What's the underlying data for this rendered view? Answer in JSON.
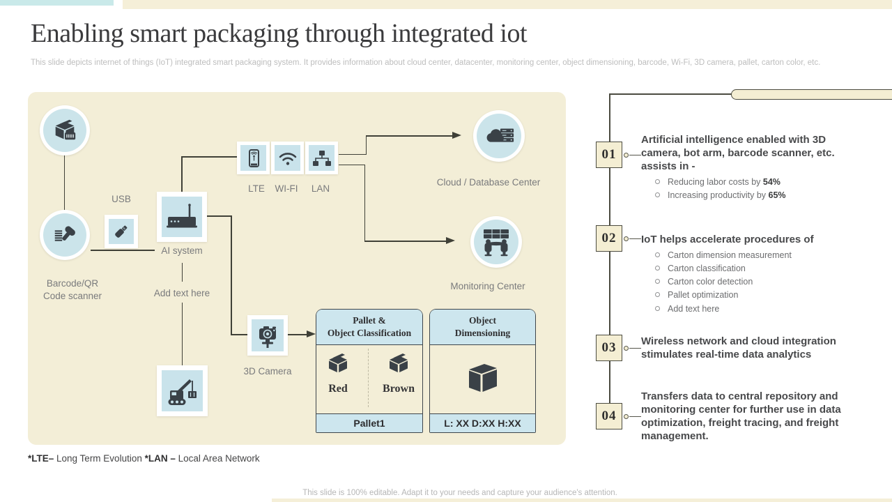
{
  "slide": {
    "title": "Enabling smart packaging through integrated iot",
    "subtitle": "This slide depicts internet of things (IoT) integrated smart packaging system. It provides information about cloud center, datacenter, monitoring center, object dimensioning, barcode, Wi-Fi, 3D camera, pallet, carton color, etc.",
    "footnote": {
      "term1": "*LTE–",
      "def1": " Long Term Evolution ",
      "term2": "*LAN –",
      "def2": " Local Area Network"
    },
    "editable_note": "This slide is 100% editable. Adapt it to your needs and capture your audience's attention."
  },
  "diagram": {
    "labels": {
      "barcode_line1": "Barcode/QR",
      "barcode_line2": "Code scanner",
      "usb": "USB",
      "ai_system": "AI system",
      "add_text": "Add text here",
      "lte": "LTE",
      "wifi": "WI-FI",
      "lan": "LAN",
      "cloud": "Cloud / Database Center",
      "monitoring": "Monitoring Center",
      "camera": "3D Camera"
    },
    "classification_card": {
      "header_line1": "Pallet &",
      "header_line2": "Object Classification",
      "item1": "Red",
      "item2": "Brown",
      "footer": "Pallet1"
    },
    "dimensioning_card": {
      "header_line1": "Object",
      "header_line2": "Dimensioning",
      "footer": "L: XX D:XX H:XX"
    }
  },
  "timeline": {
    "items": [
      {
        "number": "01",
        "heading": "Artificial intelligence enabled with 3D camera, bot arm, barcode scanner, etc. assists in -",
        "bullets": [
          {
            "text": "Reducing labor costs by ",
            "bold": "54%"
          },
          {
            "text": "Increasing productivity by ",
            "bold": "65%"
          }
        ]
      },
      {
        "number": "02",
        "heading": "IoT helps accelerate procedures of",
        "bullets": [
          {
            "text": "Carton dimension measurement",
            "bold": ""
          },
          {
            "text": "Carton classification",
            "bold": ""
          },
          {
            "text": "Carton color detection",
            "bold": ""
          },
          {
            "text": "Pallet optimization",
            "bold": ""
          },
          {
            "text": "Add text here",
            "bold": ""
          }
        ]
      },
      {
        "number": "03",
        "heading": "Wireless network and cloud integration stimulates real-time data analytics",
        "bullets": []
      },
      {
        "number": "04",
        "heading": "Transfers data to central repository and monitoring center for further use in data optimization, freight tracing, and freight management.",
        "bullets": []
      }
    ]
  },
  "colors": {
    "panel_cream": "#f3eed7",
    "light_blue": "#cbe4ea",
    "icon_dark": "#3a4147",
    "accent_cyan": "#c9e9e9",
    "line": "#3f4037"
  }
}
